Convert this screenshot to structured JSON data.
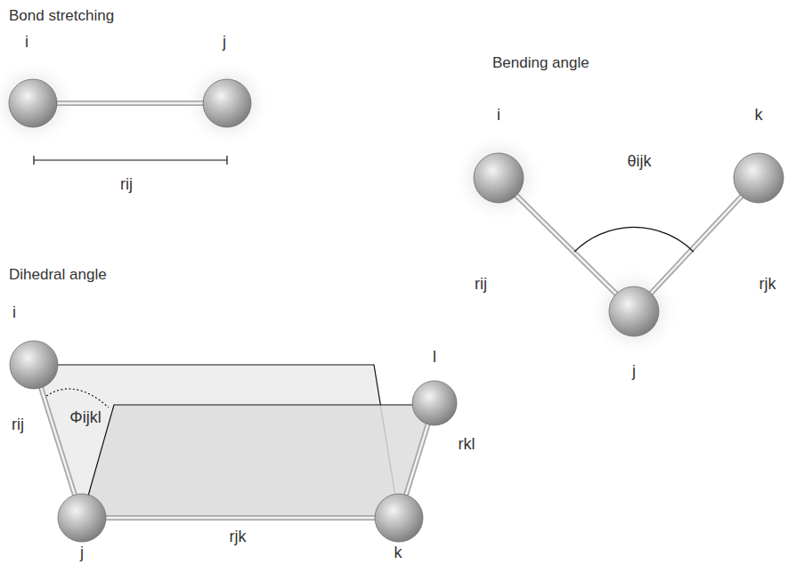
{
  "diagram": {
    "labels": [
      "Bond stretching",
      "i",
      "j",
      "rij",
      "Bending angle",
      "i",
      "k",
      "θijk",
      "rij",
      "rjk",
      "j",
      "Dihedral angle",
      "i",
      "l",
      "Φijkl",
      "rij",
      "rkl",
      "rjk",
      "j",
      "k"
    ]
  }
}
